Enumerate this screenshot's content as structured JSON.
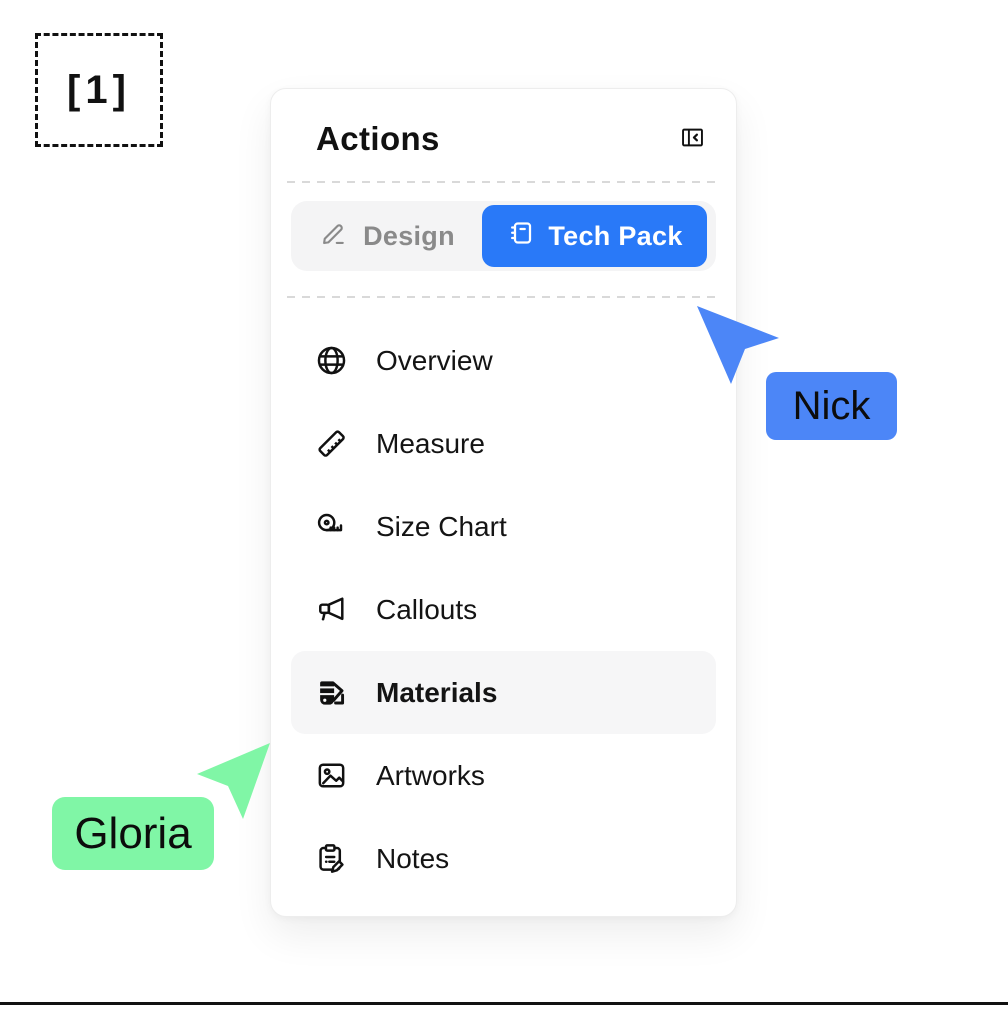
{
  "annotation_box": {
    "label": "[1]"
  },
  "panel": {
    "title": "Actions",
    "header_icon": "panel-collapse-left-icon",
    "tabs": [
      {
        "label": "Design",
        "icon": "pencil-icon",
        "active": false
      },
      {
        "label": "Tech Pack",
        "icon": "notebook-icon",
        "active": true
      }
    ],
    "menu_items": [
      {
        "label": "Overview",
        "icon": "globe-icon",
        "active": false
      },
      {
        "label": "Measure",
        "icon": "ruler-icon",
        "active": false
      },
      {
        "label": "Size Chart",
        "icon": "measuring-tape-icon",
        "active": false
      },
      {
        "label": "Callouts",
        "icon": "megaphone-icon",
        "active": false
      },
      {
        "label": "Materials",
        "icon": "material-swatches-icon",
        "active": true
      },
      {
        "label": "Artworks",
        "icon": "image-icon",
        "active": false
      },
      {
        "label": "Notes",
        "icon": "clipboard-pencil-icon",
        "active": false
      }
    ]
  },
  "cursors": [
    {
      "name": "Nick",
      "color": "#4c86f7",
      "direction": "up-left"
    },
    {
      "name": "Gloria",
      "color": "#80f6a6",
      "direction": "up-right"
    }
  ],
  "colors": {
    "accent_blue": "#2979f8",
    "inactive_tab_text": "#8a8a8a",
    "active_row_bg": "#f6f6f7",
    "panel_bg": "#ffffff",
    "divider": "#d9d9d9",
    "text": "#111111"
  }
}
